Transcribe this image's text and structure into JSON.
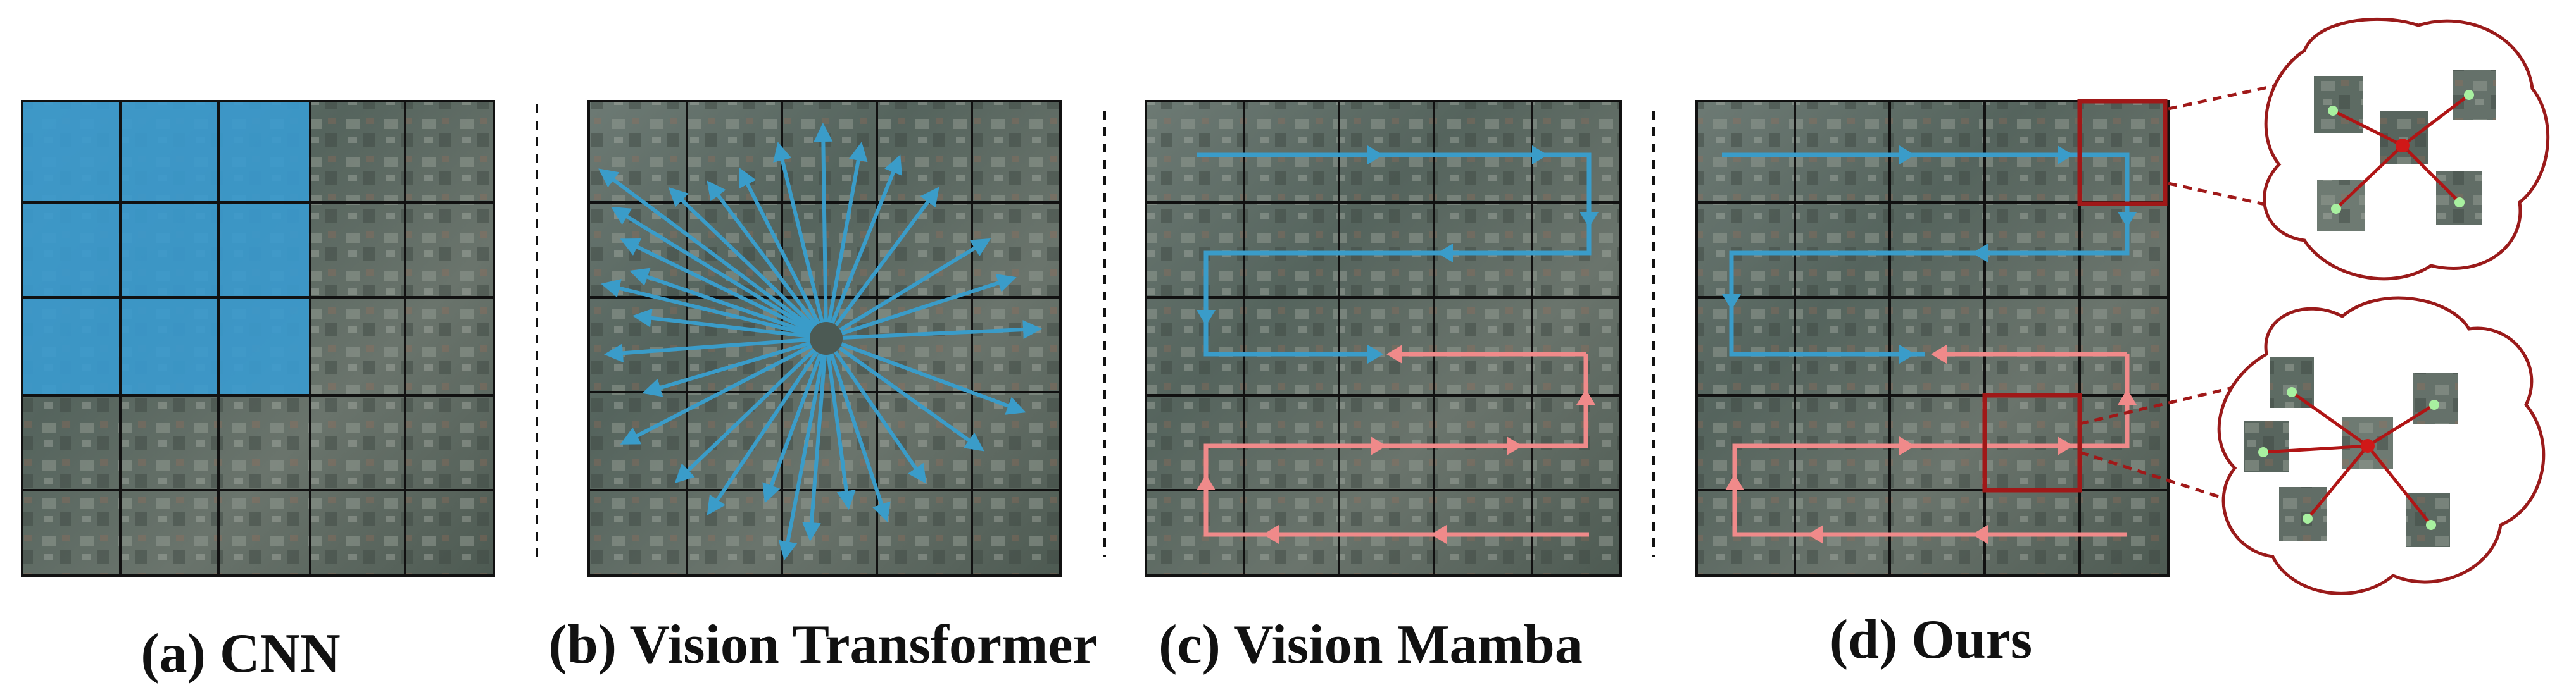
{
  "panels": [
    {
      "id": "cnn",
      "caption": "(a) CNN"
    },
    {
      "id": "vit",
      "caption": "(b) Vision Transformer"
    },
    {
      "id": "mamba",
      "caption": "(c) Vision Mamba"
    },
    {
      "id": "ours",
      "caption": "(d) Ours"
    }
  ],
  "colors": {
    "grid_line": "#111111",
    "cnn_receptive_field": "#3a9bd0",
    "attention_arrow": "#3a9cc9",
    "scan_blue": "#3a9cc9",
    "scan_pink": "#f08a8a",
    "focus_box": "#a01818",
    "graph_node": "#a8f0a0",
    "graph_center": "#d01818",
    "cloud_outline": "#9a1a1a"
  },
  "grid": {
    "rows": 5,
    "cols": 5
  }
}
